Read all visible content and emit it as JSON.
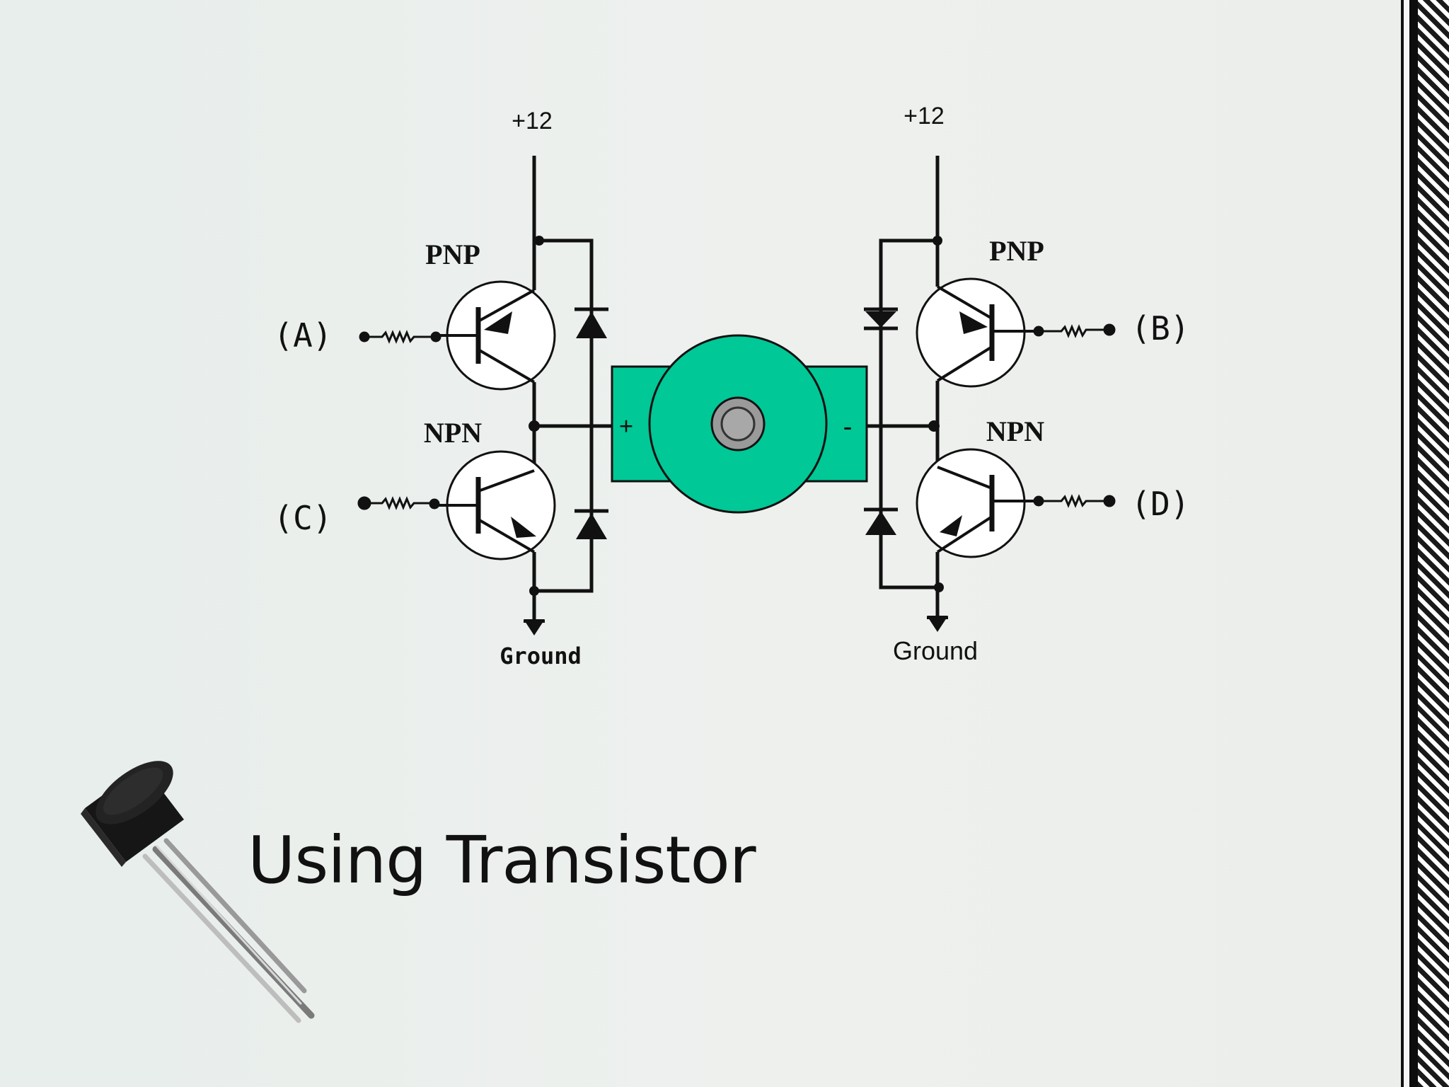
{
  "slide": {
    "title": "Using Transistor"
  },
  "circuit": {
    "supply_left": "+12",
    "supply_right": "+12",
    "ground_left": "Ground",
    "ground_right": "Ground",
    "pnp_left": "PNP",
    "npn_left": "NPN",
    "pnp_right": "PNP",
    "npn_right": "NPN",
    "input_a": "(A)",
    "input_b": "(B)",
    "input_c": "(C)",
    "input_d": "(D)",
    "motor_plus": "+",
    "motor_minus": "-"
  },
  "colors": {
    "motor_body": "#00c896",
    "shaft": "#9a9a9a"
  }
}
